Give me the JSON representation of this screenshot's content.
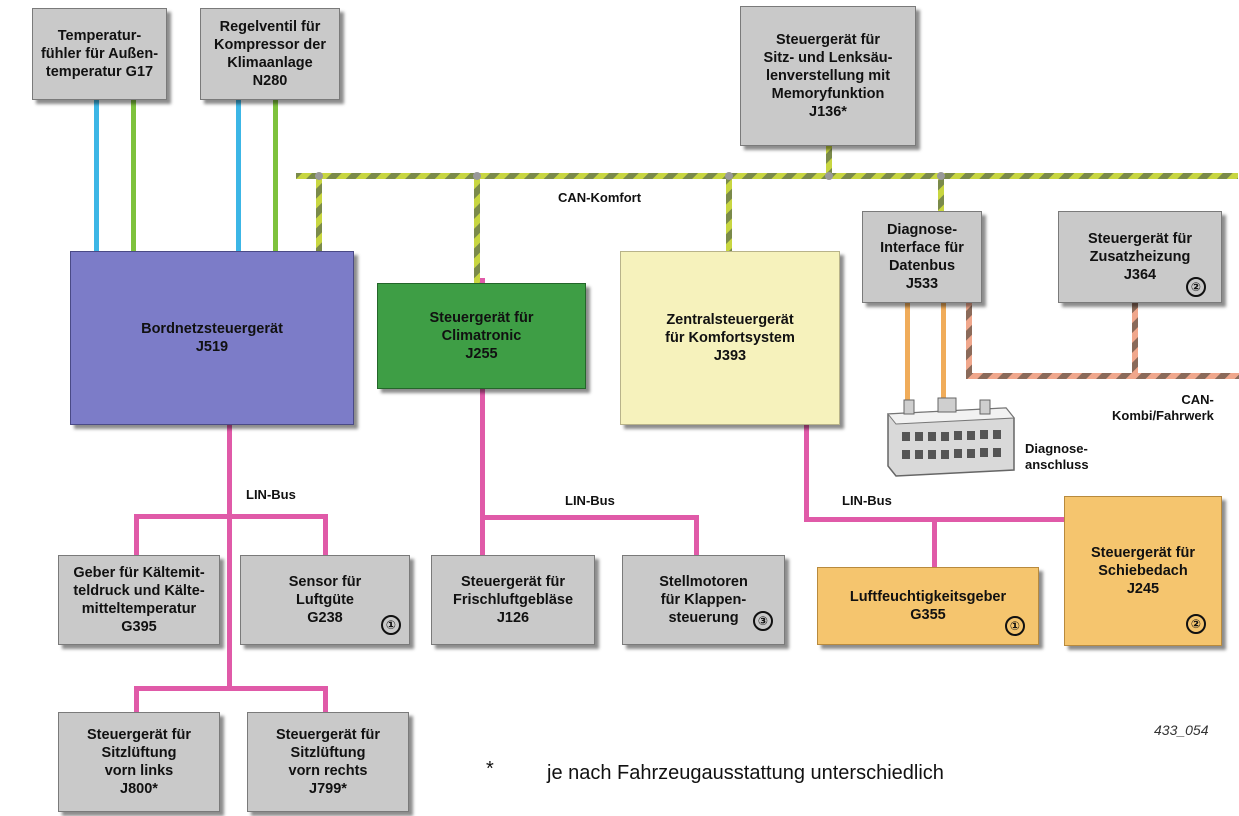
{
  "boxes": {
    "g17": "Temperatur-\nfühler für Außen-\ntemperatur G17",
    "n280": "Regelventil für\nKompressor der\nKlimaanlage\nN280",
    "j136": "Steuergerät für\nSitz- und Lenksäu-\nlenverstellung mit\nMemoryfunktion\nJ136*",
    "j519": "Bordnetzsteuergerät\nJ519",
    "j255": "Steuergerät für\nClimatronic\nJ255",
    "j393": "Zentralsteuergerät\nfür Komfortsystem\nJ393",
    "j533": "Diagnose-\nInterface für\nDatenbus\nJ533",
    "j364": "Steuergerät für\nZusatzheizung\nJ364",
    "g395": "Geber für Kältemit-\nteldruck und Kälte-\nmitteltemperatur\nG395",
    "g238": "Sensor für\nLuftgüte\nG238",
    "j126": "Steuergerät für\nFrischluftgebläse\nJ126",
    "klappen": "Stellmotoren\nfür Klappen-\nsteuerung",
    "g355": "Luftfeuchtigkeitsgeber\nG355",
    "j245": "Steuergerät für\nSchiebedach\nJ245",
    "j800": "Steuergerät für\nSitzlüftung\nvorn links\nJ800*",
    "j799": "Steuergerät für\nSitzlüftung\nvorn rechts\nJ799*"
  },
  "markers": {
    "j364": "②",
    "g238": "①",
    "klappen": "③",
    "g355": "①",
    "j245": "②"
  },
  "labels": {
    "can_komfort": "CAN-Komfort",
    "can_kombi": "CAN-\nKombi/Fahrwerk",
    "diag_anschluss": "Diagnose-\nanschluss",
    "lin1": "LIN-Bus",
    "lin2": "LIN-Bus",
    "lin3": "LIN-Bus",
    "figure_id": "433_054"
  },
  "footnote": {
    "star": "*",
    "text": "je nach Fahrzeugausstattung unterschiedlich"
  },
  "colors": {
    "can_komfort_a": "#c8d640",
    "can_komfort_b": "#7a8a4a",
    "can_kombi_a": "#f0a78c",
    "can_kombi_b": "#8a6a5a",
    "lin_bus": "#e05aa8",
    "sensor_blue": "#3cb6e6",
    "sensor_green": "#7ec23c",
    "diag_orange": "#f0ac5a"
  }
}
